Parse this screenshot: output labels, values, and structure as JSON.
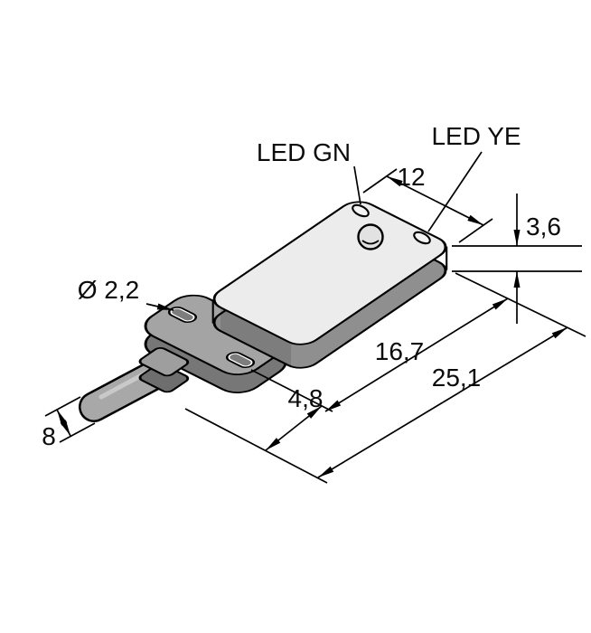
{
  "drawing": {
    "labels": {
      "led_green": "LED GN",
      "led_yellow": "LED YE",
      "width_top": "12",
      "thickness": "3,6",
      "hole_diameter": "Ø 2,2",
      "hole_to_front": "16,7",
      "overall_length": "25,1",
      "hole_offset": "4,8",
      "cable_width": "8"
    },
    "colors": {
      "background": "#ffffff",
      "line": "#000000",
      "top_face": "#ececec",
      "bottom_face": "#8f8f8f",
      "housing": "#a4a4a4",
      "housing_side": "#777777",
      "gland": "#9e9e9e",
      "gland_side": "#6e6e6e",
      "cable": "#a8a8a8",
      "slot_fill": "#ffffff",
      "slot_inner": "#7d7d7d"
    }
  }
}
